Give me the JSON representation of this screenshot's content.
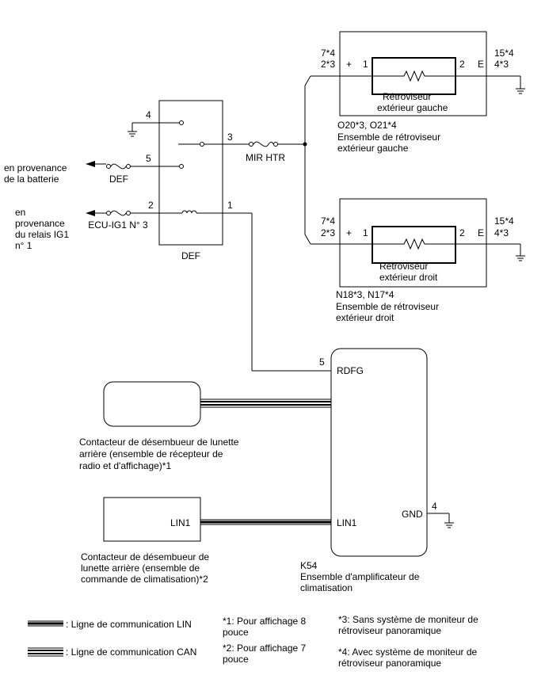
{
  "def_switch": {
    "name": "DEF",
    "pins": [
      "4",
      "3",
      "5",
      "2",
      "1"
    ]
  },
  "sources": {
    "battery": [
      "en provenance",
      "de la batterie"
    ],
    "battery_fuse": "DEF",
    "ig1_relay": [
      "en",
      "provenance",
      "du relais IG1",
      "n° 1"
    ],
    "ig1_fuse": "ECU-IG1 N° 3"
  },
  "mir_htr_fuse": "MIR HTR",
  "mirror_left": {
    "pin_plus": "+",
    "pin_1": "1",
    "pin_2": "2",
    "pin_e": "E",
    "left_codes": [
      "7*4",
      "2*3"
    ],
    "right_codes": [
      "15*4",
      "4*3"
    ],
    "heater_label": [
      "Rétroviseur",
      "extérieur gauche"
    ],
    "connector": "O20*3, O21*4",
    "assembly": [
      "Ensemble de rétroviseur",
      "extérieur gauche"
    ]
  },
  "mirror_right": {
    "pin_plus": "+",
    "pin_1": "1",
    "pin_2": "2",
    "pin_e": "E",
    "left_codes": [
      "7*4",
      "2*3"
    ],
    "right_codes": [
      "15*4",
      "4*3"
    ],
    "heater_label": [
      "Rétroviseur",
      "extérieur droit"
    ],
    "connector": "N18*3, N17*4",
    "assembly": [
      "Ensemble de rétroviseur",
      "extérieur droit"
    ]
  },
  "amplifier": {
    "pin_rdfg": "5",
    "rdfg": "RDFG",
    "lin1": "LIN1",
    "gnd": "GND",
    "pin_gnd": "4",
    "connector": "K54",
    "assembly": [
      "Ensemble d'amplificateur de",
      "climatisation"
    ]
  },
  "switch_radio": {
    "label": [
      "Contacteur de désembueur de lunette",
      "arrière (ensemble de récepteur de",
      "radio et d'affichage)*1"
    ]
  },
  "switch_clim": {
    "lin1": "LIN1",
    "label": [
      "Contacteur de désembueur de",
      "lunette arrière (ensemble de",
      "commande de climatisation)*2"
    ]
  },
  "legend": {
    "lin": ": Ligne de communication LIN",
    "can": ": Ligne de communication CAN",
    "note1": [
      "*1: Pour affichage 8",
      "pouce"
    ],
    "note2": [
      "*2: Pour affichage 7",
      "pouce"
    ],
    "note3": [
      "*3: Sans système de moniteur de",
      "rétroviseur panoramique"
    ],
    "note4": [
      "*4: Avec système de moniteur de",
      "rétroviseur panoramique"
    ]
  }
}
